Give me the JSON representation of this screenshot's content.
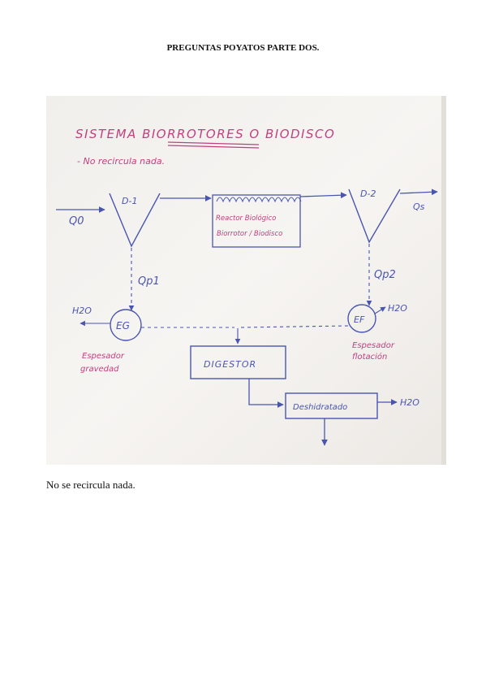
{
  "document": {
    "title": "PREGUNTAS POYATOS PARTE DOS.",
    "caption": "No se recircula nada."
  },
  "sketch": {
    "heading": "SISTEMA BIORROTORES O BIODISCO",
    "note": "- No recircula nada.",
    "decanter_1": "D-1",
    "decanter_2": "D-2",
    "influent": "Q0",
    "effluent": "Qs",
    "purge_1": "Qp1",
    "purge_2": "Qp2",
    "reactor_line1": "Reactor Biológico",
    "reactor_line2": "Biorrotor / Biodisco",
    "thickener_g": "EG",
    "thickener_g_label1": "Espesador",
    "thickener_g_label2": "gravedad",
    "thickener_f": "EF",
    "thickener_f_label1": "Espesador",
    "thickener_f_label2": "flotación",
    "water_1": "H2O",
    "water_2": "H2O",
    "water_3": "H2O",
    "digester": "DIGESTOR",
    "dehydration": "Deshidratado",
    "colors": {
      "ink_blue": "#4a55b0",
      "ink_magenta": "#c0407f",
      "paper": "#f6f4f1"
    }
  }
}
